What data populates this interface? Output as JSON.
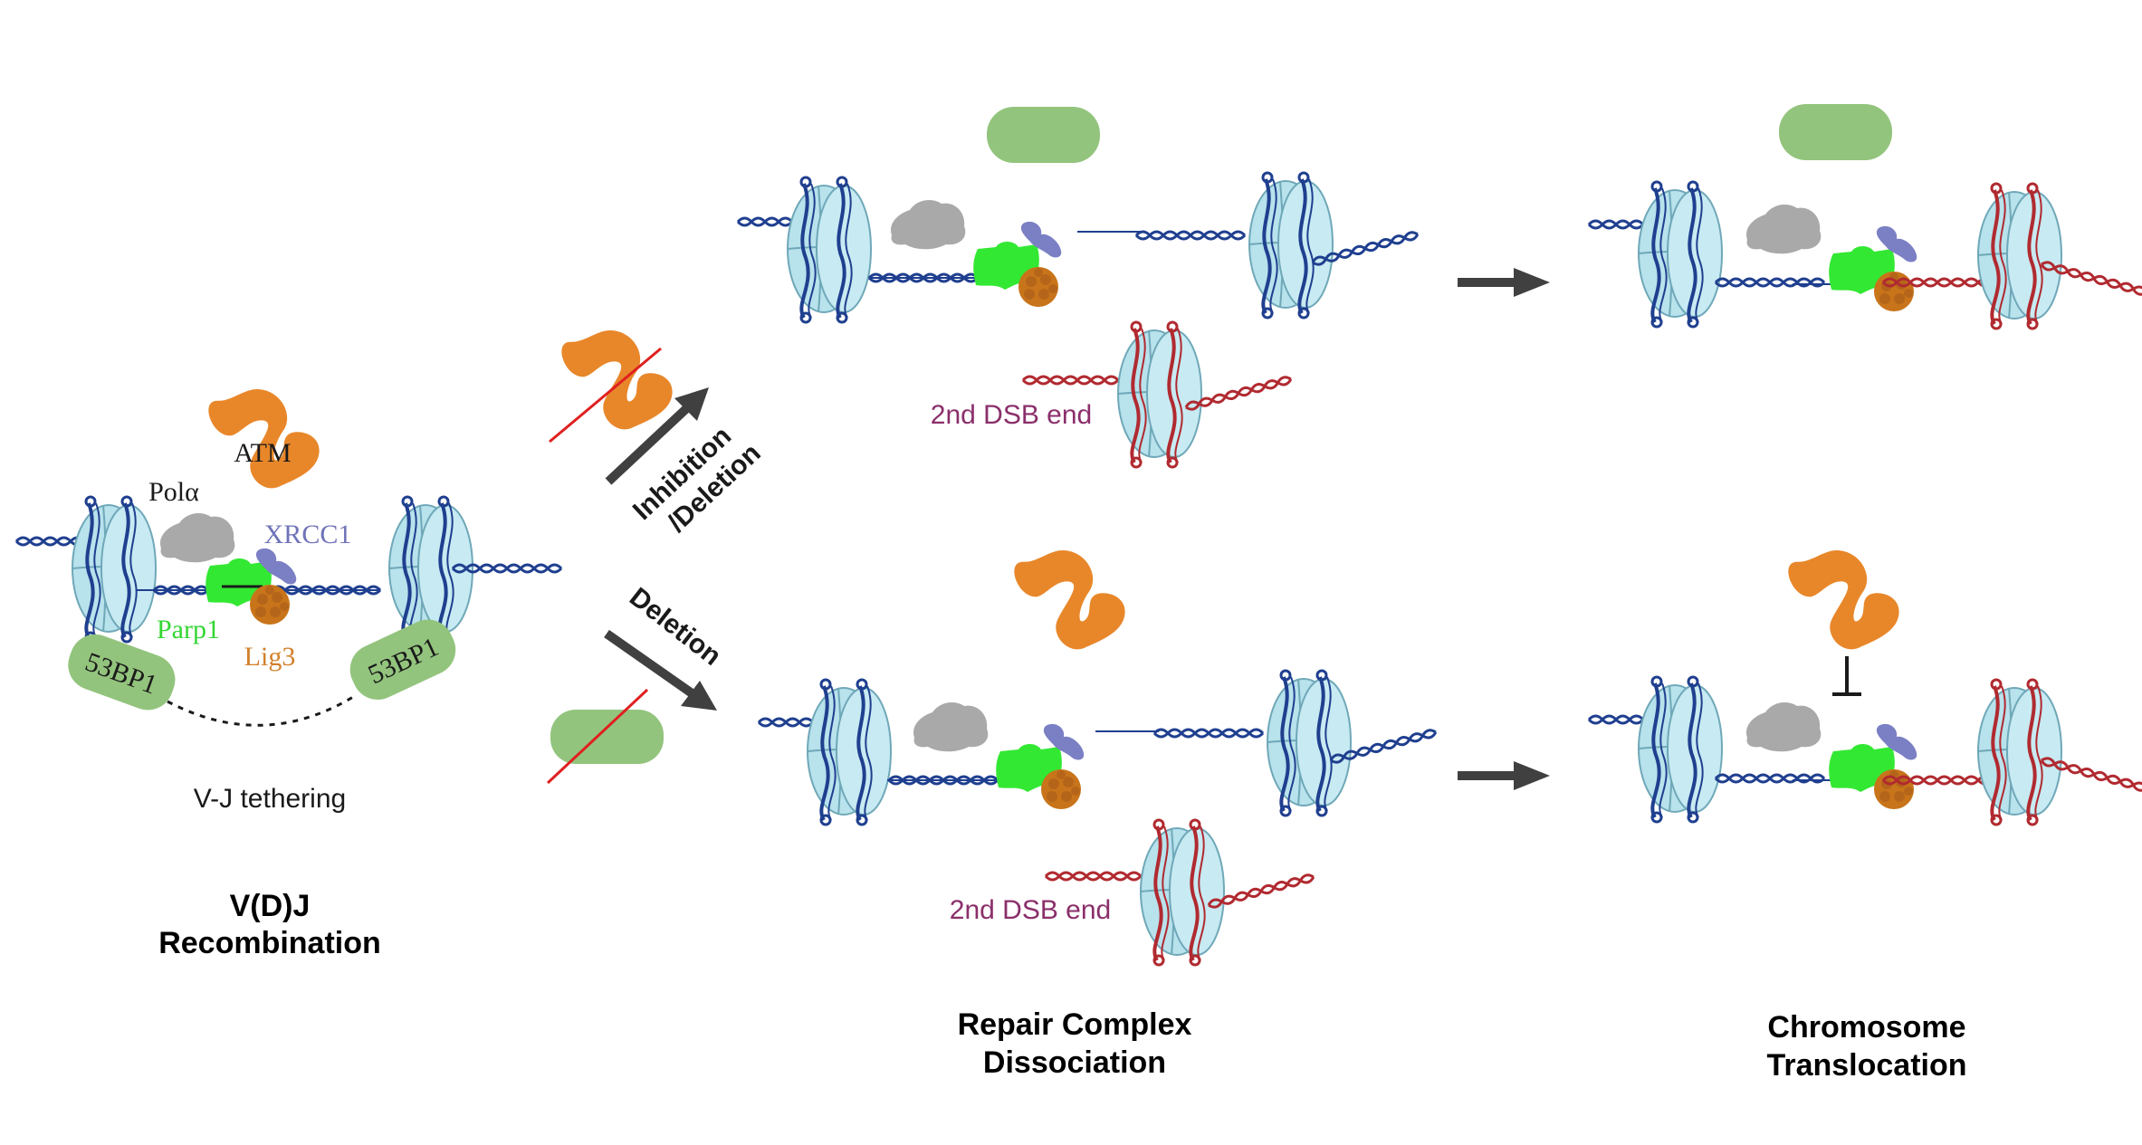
{
  "labels": {
    "atm": "ATM",
    "pol_alpha": "Polα",
    "xrcc1": "XRCC1",
    "parp1": "Parp1",
    "lig3": "Lig3",
    "bp53_left": "53BP1",
    "bp53_right": "53BP1",
    "vj_tethering": "V-J tethering",
    "vdj_line1": "V(D)J",
    "vdj_line2": "Recombination",
    "inhibition_line1": "Inhibition",
    "inhibition_line2": "/Deletion",
    "deletion": "Deletion",
    "dsb_top": "2nd DSB end",
    "dsb_bottom": "2nd DSB end",
    "repair_line1": "Repair Complex",
    "repair_line2": "Dissociation",
    "chrom_line1": "Chromosome",
    "chrom_line2": "Translocation"
  },
  "colors": {
    "atm": "#E8872A",
    "bp53": "#93C47D",
    "bp53_text": "#1a1a1a",
    "pol": "#A9A9A9",
    "parp1": "#33E833",
    "lig3": "#C8741A",
    "xrcc1": "#7B7FC4",
    "nucleosome_fill": "#B8E2EC",
    "dna_blue": "#1F3F8F",
    "dna_red": "#B02A30",
    "arrow": "#404040",
    "strike": "#E02020",
    "dsb_text": "#8B2F6B",
    "xrcc1_text": "#6F73B8",
    "parp1_text": "#33D633",
    "lig3_text": "#D2802B"
  }
}
